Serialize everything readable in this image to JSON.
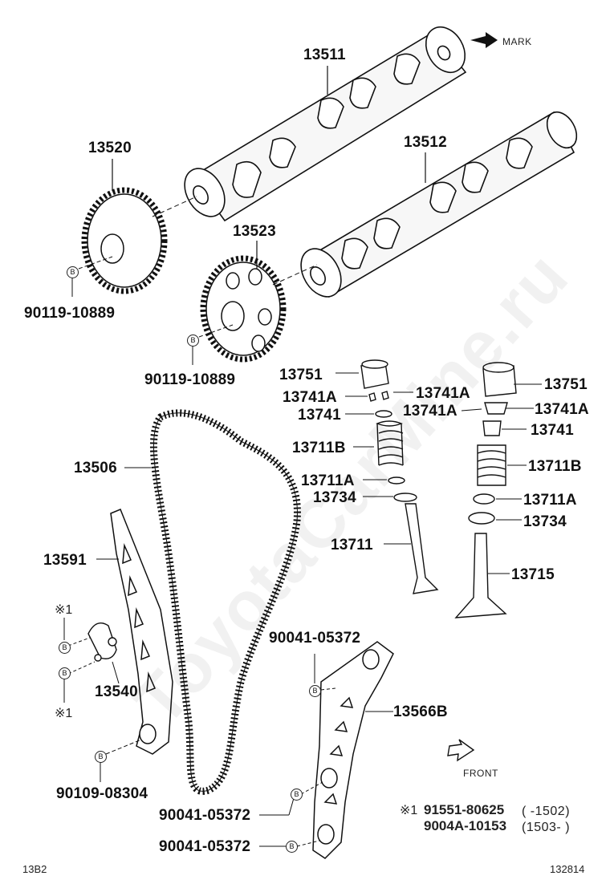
{
  "labels": {
    "p13511": "13511",
    "p13512": "13512",
    "p13520": "13520",
    "p13523": "13523",
    "bolt1": "90119-10889",
    "bolt2": "90119-10889",
    "p13751_left": "13751",
    "p13751_right": "13751",
    "p13741A_l1": "13741A",
    "p13741A_l2": "13741A",
    "p13741A_r1": "13741A",
    "p13741A_r2": "13741A",
    "p13741_left": "13741",
    "p13741_right": "13741",
    "p13711B_left": "13711B",
    "p13711B_right": "13711B",
    "p13711A_left": "13711A",
    "p13711A_right": "13711A",
    "p13734_left": "13734",
    "p13734_right": "13734",
    "p13711": "13711",
    "p13715": "13715",
    "p13506": "13506",
    "p13591": "13591",
    "p13540": "13540",
    "p13566B": "13566B",
    "bolt_90041_a": "90041-05372",
    "bolt_90041_b": "90041-05372",
    "bolt_90041_c": "90041-05372",
    "bolt_90109": "90109-08304",
    "mark": "MARK",
    "front": "FRONT",
    "note_marker1": "※1",
    "note_marker2": "※1",
    "note_marker_legend": "※1",
    "note_part1": "91551-80625",
    "note_range1": "(      -1502)",
    "note_part2": "9004A-10153",
    "note_range2": "(1503-        )",
    "b": "B",
    "footer_left": "13B2",
    "footer_right": "132814",
    "watermark": "ToyotaCarMine.ru"
  }
}
